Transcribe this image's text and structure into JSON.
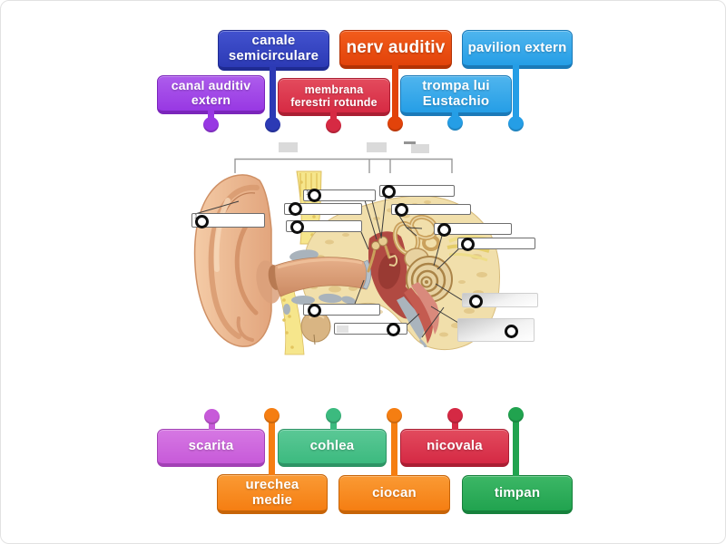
{
  "activity": {
    "kind": "labelled-diagram",
    "subject": "anatomia urechii"
  },
  "chips": {
    "top": [
      {
        "id": "canale-semicirculare",
        "text": "canale semicirculare",
        "color": "#2c3ab5",
        "color_light": "#4252cf",
        "color_dark": "#1f2b92"
      },
      {
        "id": "nerv-auditiv",
        "text": "nerv auditiv",
        "color": "#e2430a",
        "color_light": "#f25c1c",
        "color_dark": "#b33305"
      },
      {
        "id": "pavilion-extern",
        "text": "pavilion extern",
        "color": "#259ee6",
        "color_light": "#4fb5ee",
        "color_dark": "#1b7ab8"
      },
      {
        "id": "canal-auditiv-extern",
        "text": "canal auditiv extern",
        "color": "#9838e3",
        "color_light": "#ad5cec",
        "color_dark": "#7b25bb"
      },
      {
        "id": "membrana-ferestri-rotunde",
        "text": "membrana ferestri rotunde",
        "color": "#d62a43",
        "color_light": "#e34b5d",
        "color_dark": "#ab1f33"
      },
      {
        "id": "trompa-lui-eustachio",
        "text": "trompa lui Eustachio",
        "color": "#259ee6",
        "color_light": "#4fb5ee",
        "color_dark": "#1b7ab8"
      }
    ],
    "bottom": [
      {
        "id": "scarita",
        "text": "scarita",
        "color": "#c75ad9",
        "color_light": "#d678e3",
        "color_dark": "#a241b5"
      },
      {
        "id": "cohlea",
        "text": "cohlea",
        "color": "#3cba7f",
        "color_light": "#5bc896",
        "color_dark": "#2d9465"
      },
      {
        "id": "nicovala",
        "text": "nicovala",
        "color": "#d52944",
        "color_light": "#e24b5e",
        "color_dark": "#aa1e33"
      },
      {
        "id": "urechea-medie",
        "text": "urechea medie",
        "color": "#f57e12",
        "color_light": "#fa9a34",
        "color_dark": "#c76408"
      },
      {
        "id": "ciocan",
        "text": "ciocan",
        "color": "#f57e12",
        "color_light": "#fa9a34",
        "color_dark": "#c76408"
      },
      {
        "id": "timpan",
        "text": "timpan",
        "color": "#21a34f",
        "color_light": "#3cb766",
        "color_dark": "#17813c"
      }
    ]
  },
  "diagram": {
    "drop_zones": [
      {
        "mark": "1"
      },
      {
        "mark": "1"
      },
      {
        "mark": ""
      },
      {
        "mark": ""
      },
      {
        "mark": ""
      },
      {
        "mark": ""
      },
      {
        "mark": ""
      },
      {
        "mark": ""
      },
      {
        "mark": ""
      },
      {
        "mark": ""
      },
      {
        "mark": ""
      },
      {
        "mark": ""
      }
    ],
    "drop_target_color": "#0e0e0e"
  }
}
